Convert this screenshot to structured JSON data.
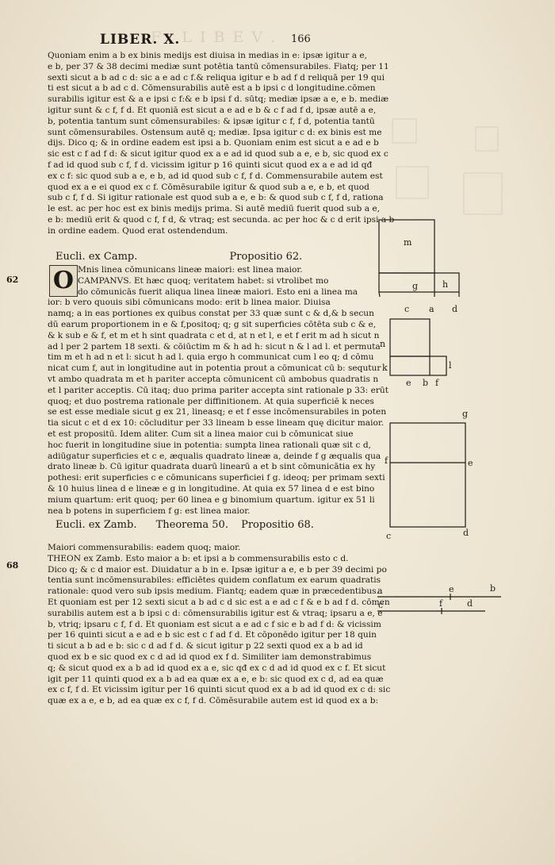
{
  "header": {
    "running_title": "LIBER.   X.",
    "folio": "166"
  },
  "block1": [
    "Quoniam enim a b ex binis medijs est diuisa in medias in e: ipsæ igitur a e,",
    "e b, per 37 & 38 decimi mediæ sunt potētia tantū cōmensurabiles. Fiatq; per 11",
    "sexti sicut a b ad c d: sic a e ad c f.& reliqua igitur e b ad f d reliquā per 19 qui",
    "ti est sicut a b ad c d. Cōmensurabilis autē est a b ipsi c d longitudine.cōmen",
    "surabilis igitur est & a e ipsi c f:& e b ipsi f d. sūtq; mediæ ipsæ a e, e b. mediæ",
    "igitur sunt & c f, f d. Et quoniā est sicut a e ad e b & c f ad f d, ipsæ autē a e,",
    "b, potentia tantum sunt cōmensurabiles: & ipsæ igitur c f, f d, potentia tantū",
    "sunt cōmensurabiles. Ostensum autē q; mediæ. Ipsa igitur c d: ex binis est me",
    "dijs. Dico q; & in ordine eadem est ipsi a b. Quoniam enim est sicut a e ad e b",
    "sic est c f ad f d: & sicut igitur quod ex a e ad id quod sub a e, e b, sic quod ex c",
    "f ad id quod sub c f, f d. vicissim igitur p 16 quinti sicut quod ex a e ad id qđ",
    "ex c f: sic quod sub a e, e b, ad id quod sub c f, f d. Commensurabile autem est",
    "quod ex a e ei quod ex c f. Cōmēsurabile igitur & quod sub a e, e b, et quod",
    "sub c f, f d. Si igitur rationale est quod sub a e, e b: & quod sub c f, f d, rationa",
    "le est. ac per hoc est ex binis medijs prima. Si autē mediū fuerit quod sub a e,",
    "e b: mediū erit & quod c f, f d, & vtraq; est secunda. ac per hoc & c d erit ipsi a b",
    "in ordine eadem. Quod erat ostendendum."
  ],
  "heading1": {
    "left": "Eucli. ex Camp.",
    "right": "Propositio   62."
  },
  "margin1": "62",
  "initial1": "O",
  "block2": [
    "Mnis linea cōmunicans lineæ maiori: est linea maior.",
    "CAMPANVS. Et hæc quoq; veritatem habet: si vtrolibet mo",
    "do cōmunicās fuerit aliqua linea lineæ maiori. Esto eni a linea ma",
    "ior: b vero quouis sibi cōmunicans modo: erit b linea maior. Diuisa",
    "namq; a in eas portiones ex quibus constat per 33 quæ sunt c & d,& b secun",
    "dū earum proportionem in e & f,positoq; q; g sit superficies cōtēta sub c & e,",
    "& k sub e & f, et m et h sint quadrata c et d, at n et l, e et f erit m ad h sicut n",
    "ad l per 2 partem 18 sexti. & cōiūctim m & h ad h: sicut n & l ad l. et permuta",
    "tim m et h ad n et l: sicut h ad l. quia ergo h communicat cum l eo q; d cōmu",
    "nicat cum f, aut in longitudine aut in potentia prout a cōmunicat cū b: sequtur",
    "vt ambo quadrata m et h pariter accepta cōmunicent cū ambobus quadratis n",
    "et l pariter acceptis. Cū itaq; duo prima pariter accepta sint rationale p 33: erūt",
    "quoq; et duo postrema rationale per diffinitionem. At quia superficiē k neces",
    "se est esse mediale sicut g ex 21, lineasq; e et f esse incōmensurabiles in poten",
    "tia sicut c et d ex 10: cōcluditur per 33 lineam b esse lineam quę dicitur maior.",
    "et est propositū. Idem aliter. Cum sit a linea maior cui b cōmunicat siue",
    "hoc fuerit in longitudine siue in potentia: sumpta linea rationali quæ sit c d,",
    "adiūgatur superficies et c e, æqualis quadrato lineæ a, deinde f g æqualis qua",
    "drato lineæ b. Cū igitur quadrata duarū linearū a et b sint cōmunicātia ex hy",
    "pothesi: erit superficies c e cōmunicans superficiei f g. ideoq; per primam sexti",
    "& 10 huius linea d e lineæ e g in longitudine. At quia ex 57 linea d e est bino",
    "mium quartum: erit quoq; per 60 linea e g binomium quartum. igitur ex 51 li",
    "nea b potens in superficiem f g: est linea maior."
  ],
  "heading2": {
    "left": "Eucli. ex Zamb.",
    "middle": "Theorema  50.",
    "right": "Propositio  68."
  },
  "margin2": "68",
  "block3": [
    "Maiori commensurabilis: eadem quoq; maior.",
    "THEON ex Zamb. Esto maior a b: et ipsi a b commensurabilis esto c d.",
    "Dico q; & c d maior est. Diuidatur a b in e. Ipsæ igitur a e, e b per 39 decimi po",
    "tentia sunt incōmensurabiles: efficiētes quidem conflatum ex earum quadratis",
    "rationale: quod vero sub ipsis medium. Fiantq; eadem quæ in præcedentibus.",
    "Et quoniam est per 12 sexti sicut a b ad c d sic est a e ad c f & e b ad f d. cōmen",
    "surabilis autem est a b ipsi c d: cōmensurabilis igitur est & vtraq; ipsaru a e, e",
    "b, vtriq; ipsaru c f, f d. Et quoniam est sicut a e ad c f sic e b ad f d: & vicissim",
    "per 16 quinti sicut a e ad e b sic est c f ad f d. Et cōponēdo igitur per 18 quin",
    "ti sicut a b ad e b: sic c d ad f d. & sicut igitur p 22 sexti quod ex a b ad id",
    "quod ex b e sic quod ex c d ad id quod ex f d. Similiter iam demonstrabimus",
    "q; & sicut quod ex a b ad id quod ex a e, sic qđ ex c d ad id quod ex c f. Et sicut",
    "igit per 11 quinti quod ex a b ad ea quæ ex a e, e b: sic quod ex c d, ad ea quæ",
    "ex c f, f d. Et vicissim igitur per 16 quinti sicut quod ex a b ad id quod ex c d: sic",
    "quæ ex a e, e b, ad ea quæ ex c f, f d. Cōmēsurabile autem est id quod ex a b:"
  ],
  "figures": {
    "fig1": {
      "labels": [
        "m",
        "g",
        "h",
        "c",
        "a",
        "d"
      ]
    },
    "fig2": {
      "labels": [
        "n",
        "k",
        "l",
        "e",
        "b",
        "f"
      ]
    },
    "fig3": {
      "labels": [
        "g",
        "f",
        "e",
        "c",
        "d"
      ]
    },
    "fig4": {
      "labels": [
        "a",
        "e",
        "b",
        "c",
        "f",
        "d"
      ]
    }
  },
  "colors": {
    "paper": "#ece3d0",
    "ink": "#1d1a16"
  }
}
